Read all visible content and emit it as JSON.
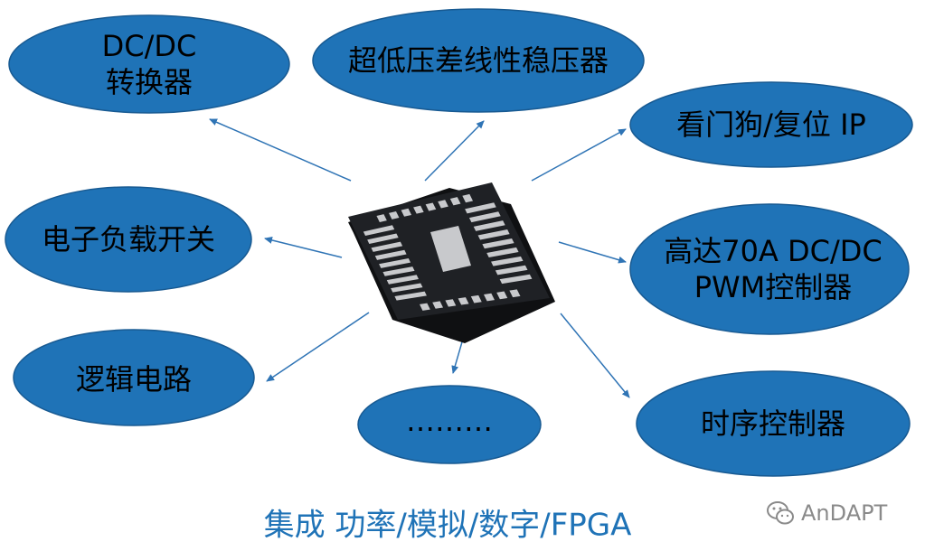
{
  "colors": {
    "node_fill": "#1f73b7",
    "node_stroke": "#185a92",
    "arrow": "#2f74b5",
    "caption": "#1f73b7",
    "chip_body": "#1f2125",
    "chip_pad": "#c8c9cc"
  },
  "nodes": {
    "dcdc": {
      "line1": "DC/DC",
      "line2": "转换器"
    },
    "ldo": {
      "label": "超低压差线性稳压器"
    },
    "watchdog": {
      "label": "看门狗/复位 IP"
    },
    "load_switch": {
      "label": "电子负载开关"
    },
    "pwm": {
      "line1": "高达70A DC/DC",
      "line2": "PWM控制器"
    },
    "logic": {
      "label": "逻辑电路"
    },
    "more": {
      "label": "………"
    },
    "timing": {
      "label": "时序控制器"
    }
  },
  "caption": "集成 功率/模拟/数字/FPGA",
  "watermark": {
    "icon": "wechat-icon",
    "text": "AnDAPT"
  }
}
